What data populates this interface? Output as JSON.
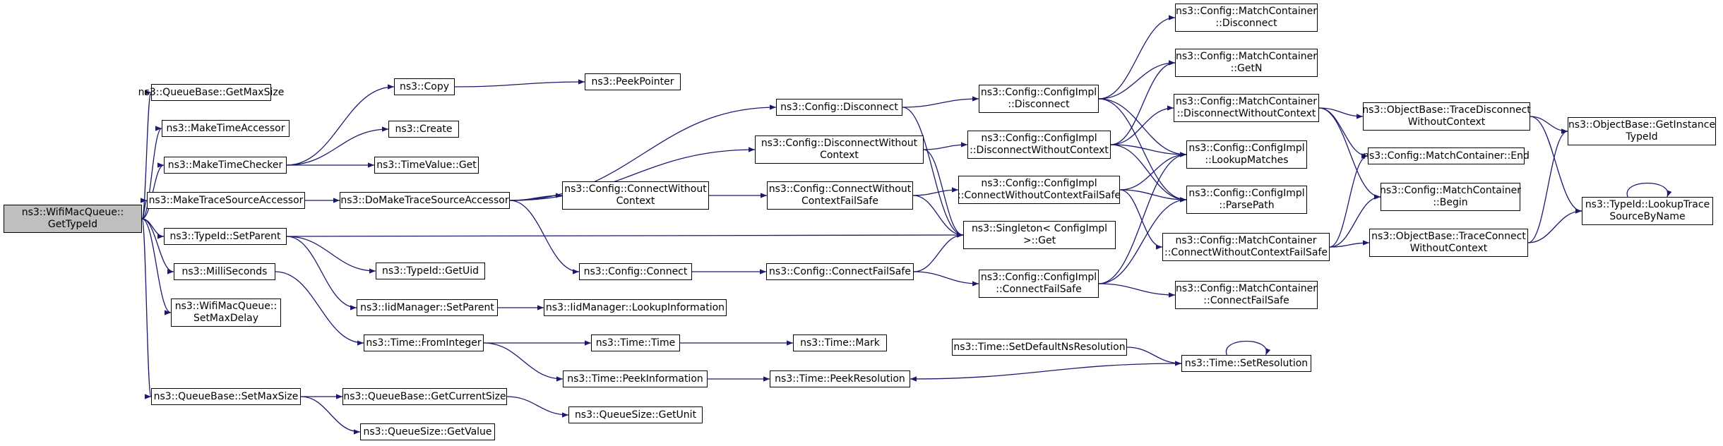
{
  "graph": {
    "edge_color": "#191970",
    "root_fill": "#bfbfbf",
    "nodes": [
      {
        "id": "root",
        "label": "ns3::WifiMacQueue::\nGetTypeId",
        "root": true
      },
      {
        "id": "qb_getmaxsize",
        "label": "ns3::QueueBase::GetMaxSize"
      },
      {
        "id": "maketimeaccessor",
        "label": "ns3::MakeTimeAccessor"
      },
      {
        "id": "maketimechecker",
        "label": "ns3::MakeTimeChecker"
      },
      {
        "id": "maketracesourceaccessor",
        "label": "ns3::MakeTraceSourceAccessor"
      },
      {
        "id": "typeid_setparent",
        "label": "ns3::TypeId::SetParent"
      },
      {
        "id": "milliseconds",
        "label": "ns3::MilliSeconds"
      },
      {
        "id": "wifimacqueue_setmaxdelay",
        "label": "ns3::WifiMacQueue::\nSetMaxDelay"
      },
      {
        "id": "qb_setmaxsize",
        "label": "ns3::QueueBase::SetMaxSize"
      },
      {
        "id": "copy",
        "label": "ns3::Copy"
      },
      {
        "id": "create",
        "label": "ns3::Create"
      },
      {
        "id": "timevalue_get",
        "label": "ns3::TimeValue::Get"
      },
      {
        "id": "domaketracesourceaccessor",
        "label": "ns3::DoMakeTraceSourceAccessor"
      },
      {
        "id": "typeid_getuid",
        "label": "ns3::TypeId::GetUid"
      },
      {
        "id": "iidmanager_setparent",
        "label": "ns3::IidManager::SetParent"
      },
      {
        "id": "time_frominteger",
        "label": "ns3::Time::FromInteger"
      },
      {
        "id": "qb_getcurrentsize",
        "label": "ns3::QueueBase::GetCurrentSize"
      },
      {
        "id": "queuesize_getvalue",
        "label": "ns3::QueueSize::GetValue"
      },
      {
        "id": "peekpointer",
        "label": "ns3::PeekPointer"
      },
      {
        "id": "config_connectwithoutcontext",
        "label": "ns3::Config::ConnectWithout\nContext"
      },
      {
        "id": "config_connect",
        "label": "ns3::Config::Connect"
      },
      {
        "id": "iidmanager_lookupinformation",
        "label": "ns3::IidManager::LookupInformation"
      },
      {
        "id": "time_time",
        "label": "ns3::Time::Time"
      },
      {
        "id": "time_peekinformation",
        "label": "ns3::Time::PeekInformation"
      },
      {
        "id": "queuesize_getunit",
        "label": "ns3::QueueSize::GetUnit"
      },
      {
        "id": "config_disconnect",
        "label": "ns3::Config::Disconnect"
      },
      {
        "id": "config_disconnectwithoutcontext",
        "label": "ns3::Config::DisconnectWithout\nContext"
      },
      {
        "id": "config_connectwithoutcontextfailsafe",
        "label": "ns3::Config::ConnectWithout\nContextFailSafe"
      },
      {
        "id": "config_connectfailsafe",
        "label": "ns3::Config::ConnectFailSafe"
      },
      {
        "id": "time_mark",
        "label": "ns3::Time::Mark"
      },
      {
        "id": "time_peekresolution",
        "label": "ns3::Time::PeekResolution"
      },
      {
        "id": "ci_disconnect",
        "label": "ns3::Config::ConfigImpl\n::Disconnect"
      },
      {
        "id": "ci_disconnectwithoutcontext",
        "label": "ns3::Config::ConfigImpl\n::DisconnectWithoutContext"
      },
      {
        "id": "ci_connectwithoutcontextfailsafe",
        "label": "ns3::Config::ConfigImpl\n::ConnectWithoutContextFailSafe"
      },
      {
        "id": "singleton_get",
        "label": "ns3::Singleton< ConfigImpl\n>::Get"
      },
      {
        "id": "ci_connectfailsafe",
        "label": "ns3::Config::ConfigImpl\n::ConnectFailSafe"
      },
      {
        "id": "time_setdefaultnsresolution",
        "label": "ns3::Time::SetDefaultNsResolution"
      },
      {
        "id": "mc_disconnect",
        "label": "ns3::Config::MatchContainer\n::Disconnect"
      },
      {
        "id": "mc_getn",
        "label": "ns3::Config::MatchContainer\n::GetN"
      },
      {
        "id": "mc_disconnectwithoutcontext",
        "label": "ns3::Config::MatchContainer\n::DisconnectWithoutContext"
      },
      {
        "id": "ci_lookupmatches",
        "label": "ns3::Config::ConfigImpl\n::LookupMatches"
      },
      {
        "id": "ci_parsepath",
        "label": "ns3::Config::ConfigImpl\n::ParsePath"
      },
      {
        "id": "mc_connectwithoutcontextfailsafe",
        "label": "ns3::Config::MatchContainer\n::ConnectWithoutContextFailSafe"
      },
      {
        "id": "mc_connectfailsafe",
        "label": "ns3::Config::MatchContainer\n::ConnectFailSafe"
      },
      {
        "id": "time_setresolution",
        "label": "ns3::Time::SetResolution"
      },
      {
        "id": "ob_tracedisconnectwithoutcontext",
        "label": "ns3::ObjectBase::TraceDisconnect\nWithoutContext"
      },
      {
        "id": "mc_end",
        "label": "ns3::Config::MatchContainer::End"
      },
      {
        "id": "mc_begin",
        "label": "ns3::Config::MatchContainer\n::Begin"
      },
      {
        "id": "ob_traceconnectwithoutcontext",
        "label": "ns3::ObjectBase::TraceConnect\nWithoutContext"
      },
      {
        "id": "ob_getinstancetypeid",
        "label": "ns3::ObjectBase::GetInstance\nTypeId"
      },
      {
        "id": "typeid_lookuptracesourcebyname",
        "label": "ns3::TypeId::LookupTrace\nSourceByName"
      }
    ],
    "edges": [
      [
        "root",
        "qb_getmaxsize"
      ],
      [
        "root",
        "maketimeaccessor"
      ],
      [
        "root",
        "maketimechecker"
      ],
      [
        "root",
        "maketracesourceaccessor"
      ],
      [
        "root",
        "typeid_setparent"
      ],
      [
        "root",
        "milliseconds"
      ],
      [
        "root",
        "wifimacqueue_setmaxdelay"
      ],
      [
        "root",
        "qb_setmaxsize"
      ],
      [
        "maketimechecker",
        "copy"
      ],
      [
        "maketimechecker",
        "create"
      ],
      [
        "maketimechecker",
        "timevalue_get"
      ],
      [
        "copy",
        "peekpointer"
      ],
      [
        "maketracesourceaccessor",
        "domaketracesourceaccessor"
      ],
      [
        "domaketracesourceaccessor",
        "config_disconnect"
      ],
      [
        "domaketracesourceaccessor",
        "config_disconnectwithoutcontext"
      ],
      [
        "domaketracesourceaccessor",
        "config_connectwithoutcontext"
      ],
      [
        "domaketracesourceaccessor",
        "config_connect"
      ],
      [
        "typeid_setparent",
        "singleton_get"
      ],
      [
        "typeid_setparent",
        "typeid_getuid"
      ],
      [
        "typeid_setparent",
        "iidmanager_setparent"
      ],
      [
        "iidmanager_setparent",
        "iidmanager_lookupinformation"
      ],
      [
        "milliseconds",
        "time_frominteger"
      ],
      [
        "time_frominteger",
        "time_time"
      ],
      [
        "time_frominteger",
        "time_peekinformation"
      ],
      [
        "time_time",
        "time_mark"
      ],
      [
        "time_peekinformation",
        "time_peekresolution"
      ],
      [
        "qb_setmaxsize",
        "qb_getcurrentsize"
      ],
      [
        "qb_setmaxsize",
        "queuesize_getvalue"
      ],
      [
        "qb_getcurrentsize",
        "queuesize_getunit"
      ],
      [
        "config_disconnect",
        "ci_disconnect"
      ],
      [
        "config_disconnect",
        "singleton_get"
      ],
      [
        "config_disconnectwithoutcontext",
        "ci_disconnectwithoutcontext"
      ],
      [
        "config_disconnectwithoutcontext",
        "singleton_get"
      ],
      [
        "config_connectwithoutcontext",
        "config_connectwithoutcontextfailsafe"
      ],
      [
        "config_connectwithoutcontextfailsafe",
        "ci_connectwithoutcontextfailsafe"
      ],
      [
        "config_connectwithoutcontextfailsafe",
        "singleton_get"
      ],
      [
        "config_connect",
        "config_connectfailsafe"
      ],
      [
        "config_connectfailsafe",
        "ci_connectfailsafe"
      ],
      [
        "config_connectfailsafe",
        "singleton_get"
      ],
      [
        "ci_disconnect",
        "mc_disconnect"
      ],
      [
        "ci_disconnect",
        "mc_getn"
      ],
      [
        "ci_disconnect",
        "ci_lookupmatches"
      ],
      [
        "ci_disconnect",
        "ci_parsepath"
      ],
      [
        "ci_disconnectwithoutcontext",
        "mc_getn"
      ],
      [
        "ci_disconnectwithoutcontext",
        "mc_disconnectwithoutcontext"
      ],
      [
        "ci_disconnectwithoutcontext",
        "ci_lookupmatches"
      ],
      [
        "ci_disconnectwithoutcontext",
        "ci_parsepath"
      ],
      [
        "ci_connectwithoutcontextfailsafe",
        "ci_lookupmatches"
      ],
      [
        "ci_connectwithoutcontextfailsafe",
        "ci_parsepath"
      ],
      [
        "ci_connectwithoutcontextfailsafe",
        "mc_connectwithoutcontextfailsafe"
      ],
      [
        "ci_connectfailsafe",
        "ci_lookupmatches"
      ],
      [
        "ci_connectfailsafe",
        "ci_parsepath"
      ],
      [
        "ci_connectfailsafe",
        "mc_connectfailsafe"
      ],
      [
        "mc_disconnectwithoutcontext",
        "ob_tracedisconnectwithoutcontext"
      ],
      [
        "mc_disconnectwithoutcontext",
        "mc_end"
      ],
      [
        "mc_disconnectwithoutcontext",
        "mc_begin"
      ],
      [
        "mc_connectwithoutcontextfailsafe",
        "mc_end"
      ],
      [
        "mc_connectwithoutcontextfailsafe",
        "mc_begin"
      ],
      [
        "mc_connectwithoutcontextfailsafe",
        "ob_traceconnectwithoutcontext"
      ],
      [
        "ob_tracedisconnectwithoutcontext",
        "ob_getinstancetypeid"
      ],
      [
        "ob_tracedisconnectwithoutcontext",
        "typeid_lookuptracesourcebyname"
      ],
      [
        "ob_traceconnectwithoutcontext",
        "ob_getinstancetypeid"
      ],
      [
        "ob_traceconnectwithoutcontext",
        "typeid_lookuptracesourcebyname"
      ],
      [
        "typeid_lookuptracesourcebyname",
        "typeid_lookuptracesourcebyname"
      ],
      [
        "time_setresolution",
        "time_setresolution"
      ],
      [
        "time_setresolution",
        "time_peekresolution"
      ],
      [
        "time_setdefaultnsresolution",
        "time_setresolution"
      ]
    ]
  }
}
